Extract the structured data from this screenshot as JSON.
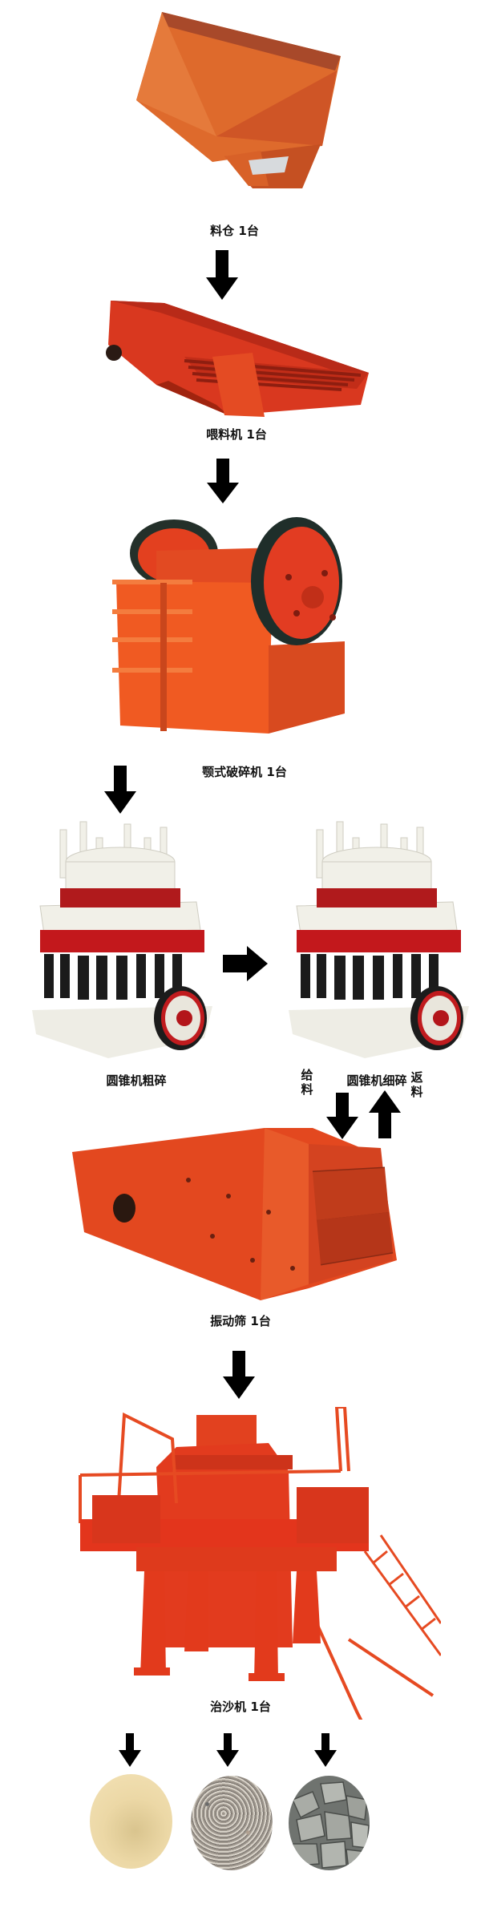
{
  "diagram": {
    "title": "",
    "colors": {
      "machine_orange": "#e0622a",
      "machine_red": "#e23a1c",
      "arrow": "#000000",
      "cone_white": "#f2f1ea",
      "cone_red": "#b8181c"
    },
    "steps": [
      {
        "id": "hopper",
        "label": "料仓 1台"
      },
      {
        "id": "feeder",
        "label": "喂料机 1台"
      },
      {
        "id": "jaw_crusher",
        "label": "颚式破碎机  1台"
      },
      {
        "id": "cone_coarse",
        "label": "圆锥机粗碎"
      },
      {
        "id": "cone_fine",
        "label": "圆锥机细碎"
      },
      {
        "id": "vibrating_screen",
        "label": "振动筛 1台"
      },
      {
        "id": "sand_maker",
        "label": "治沙机 1台"
      }
    ],
    "loop": {
      "feed_label": "给料",
      "return_label": "返料"
    },
    "products": [
      {
        "id": "sand",
        "icon": "sand-pile-icon"
      },
      {
        "id": "gravel",
        "icon": "gravel-icon"
      },
      {
        "id": "crushed_stone",
        "icon": "crushed-stone-icon"
      }
    ]
  }
}
